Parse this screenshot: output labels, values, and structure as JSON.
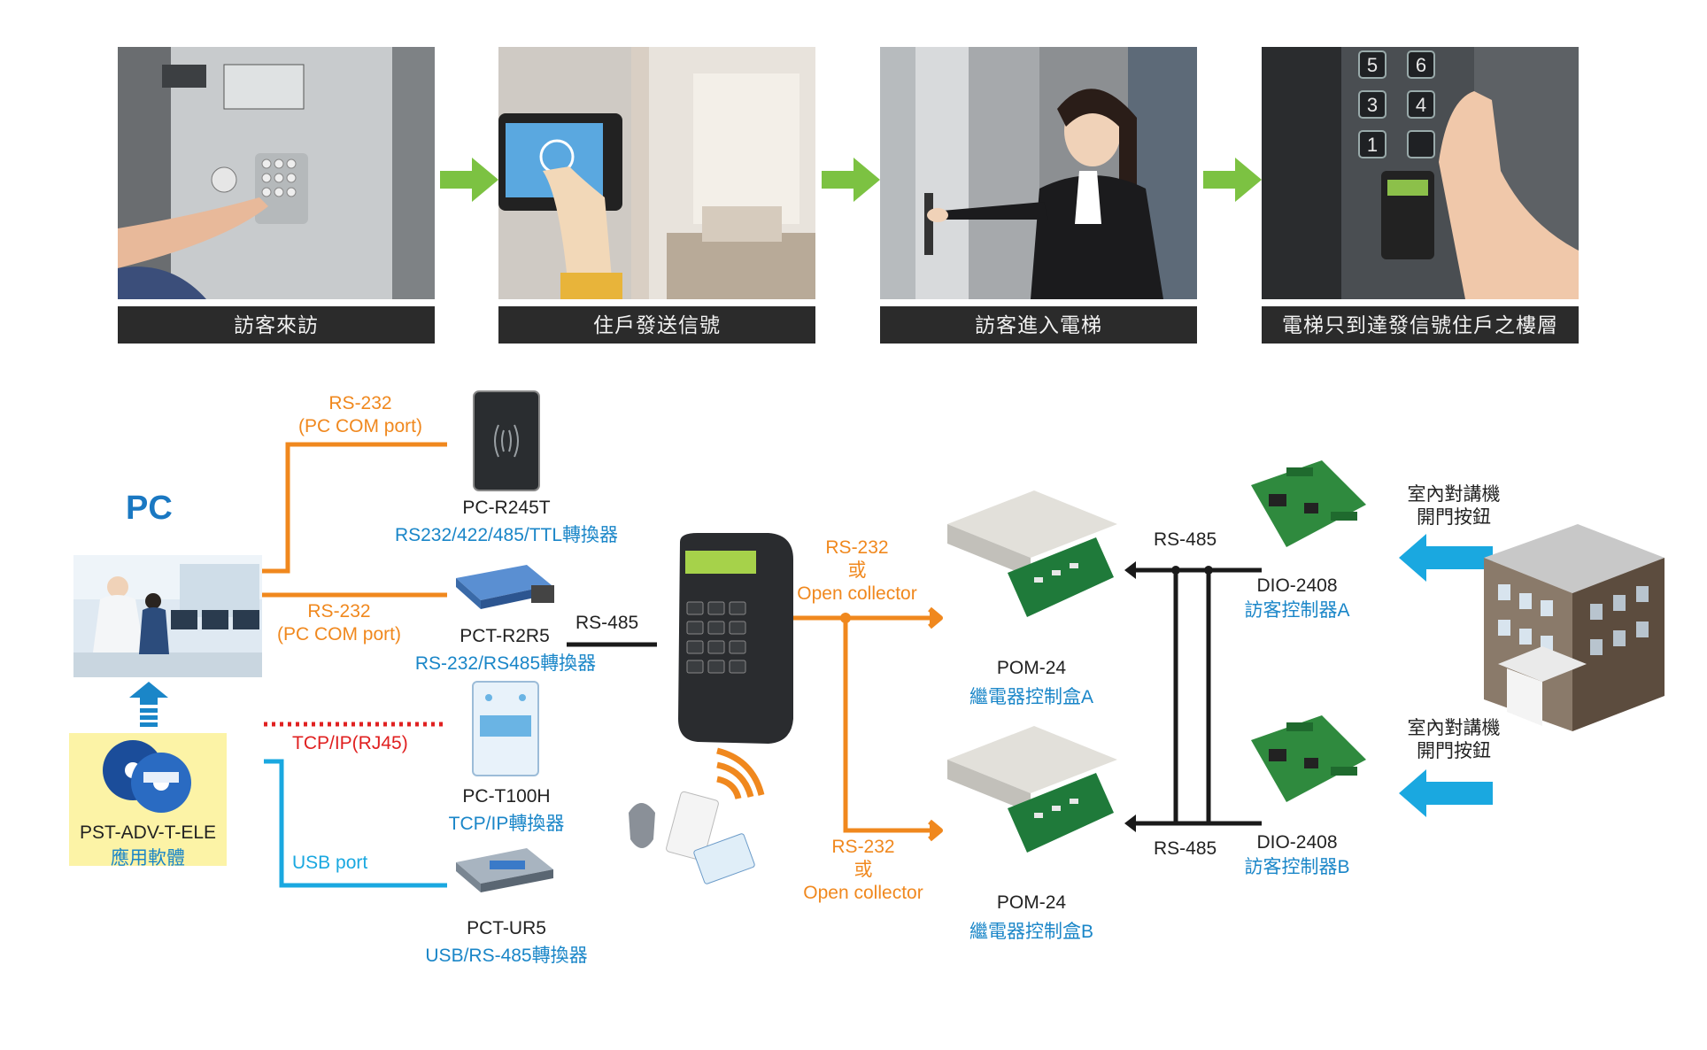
{
  "steps": [
    {
      "caption": "訪客來訪"
    },
    {
      "caption": "住戶發送信號"
    },
    {
      "caption": "訪客進入電梯"
    },
    {
      "caption": "電梯只到達發信號住戶之樓層"
    }
  ],
  "pc": {
    "title": "PC"
  },
  "software": {
    "name": "PST-ADV-T-ELE",
    "sub": "應用軟體"
  },
  "links": {
    "rs232_top": [
      "RS-232",
      "(PC COM port)"
    ],
    "rs232_mid": [
      "RS-232",
      "(PC COM port)"
    ],
    "tcpip": "TCP/IP(RJ45)",
    "usb": "USB port",
    "rs485_reader": "RS-485",
    "relay_a": [
      "RS-232",
      "或",
      "Open collector"
    ],
    "relay_b": [
      "RS-232",
      "或",
      "Open collector"
    ],
    "rs485_top": "RS-485",
    "rs485_bottom": "RS-485"
  },
  "devices": {
    "pc_r245t": {
      "name": "PC-R245T",
      "sub": "RS232/422/485/TTL轉換器"
    },
    "pct_r2r5": {
      "name": "PCT-R2R5",
      "sub": "RS-232/RS485轉換器"
    },
    "pc_t100h": {
      "name": "PC-T100H",
      "sub": "TCP/IP轉換器"
    },
    "pct_ur5": {
      "name": "PCT-UR5",
      "sub": "USB/RS-485轉換器"
    },
    "pom_a": {
      "name": "POM-24",
      "sub": "繼電器控制盒A"
    },
    "pom_b": {
      "name": "POM-24",
      "sub": "繼電器控制盒B"
    },
    "dio_a": {
      "name": "DIO-2408",
      "sub": "訪客控制器A"
    },
    "dio_b": {
      "name": "DIO-2408",
      "sub": "訪客控制器B"
    }
  },
  "intercom": {
    "line1": "室內對講機",
    "line2": "開門按鈕"
  },
  "colors": {
    "orange": "#f0881e",
    "cyan": "#1aa8e0",
    "red": "#e02020",
    "blue": "#1a86c8",
    "green_arrow": "#7cc242"
  }
}
